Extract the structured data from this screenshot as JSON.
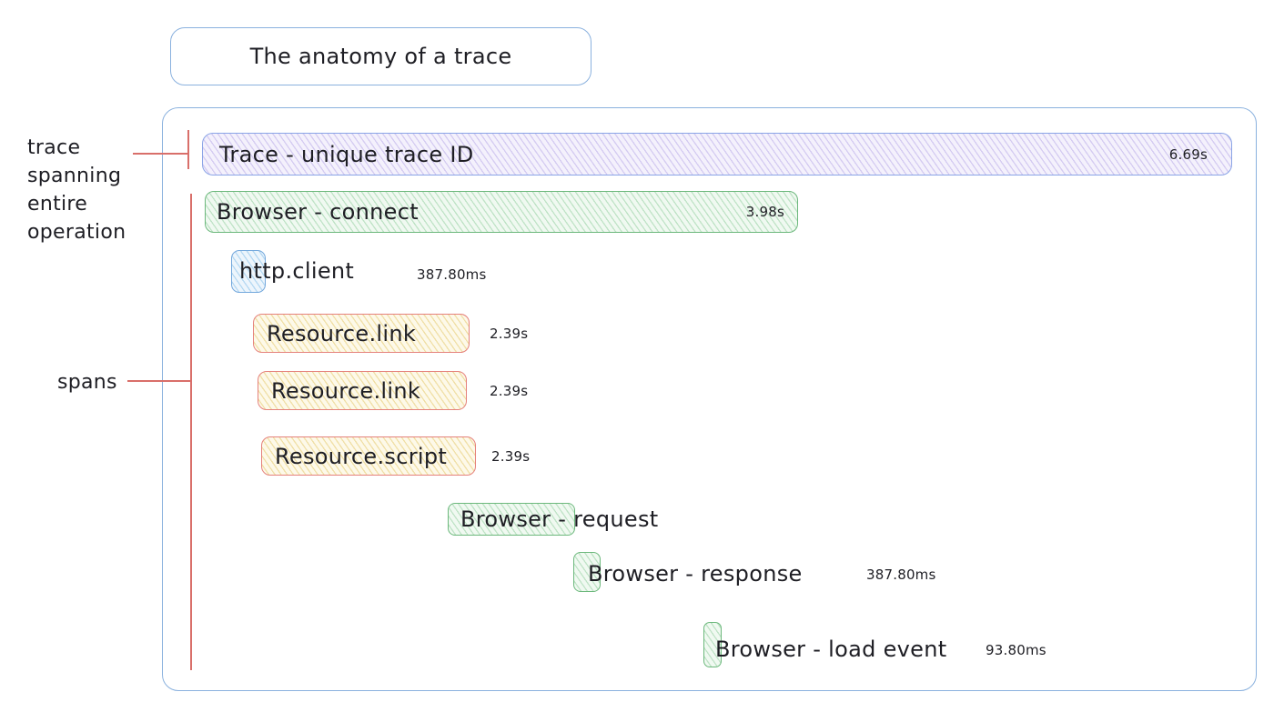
{
  "title": "The anatomy of a trace",
  "annotations": {
    "trace_note_lines": [
      "trace",
      "spanning",
      "entire",
      "operation"
    ],
    "spans_note": "spans"
  },
  "trace_bar": {
    "label": "Trace - unique trace ID",
    "duration": "6.69s"
  },
  "spans": [
    {
      "label": "Browser - connect",
      "duration": "3.98s"
    },
    {
      "label": "http.client",
      "duration": "387.80ms"
    },
    {
      "label": "Resource.link",
      "duration": "2.39s"
    },
    {
      "label": "Resource.link",
      "duration": "2.39s"
    },
    {
      "label": "Resource.script",
      "duration": "2.39s"
    },
    {
      "label": "Browser - request",
      "duration": ""
    },
    {
      "label": "Browser - response",
      "duration": "387.80ms"
    },
    {
      "label": "Browser - load event",
      "duration": "93.80ms"
    }
  ],
  "colors": {
    "text": "#1e1e24",
    "container_border": "#8ab1de",
    "annotation_line": "#d96f6a",
    "trace_fill": "#f4f1fc",
    "trace_hachure": "#d4cbf1",
    "trace_border": "#8aa4e6",
    "green_fill": "#f0f9f1",
    "green_hachure": "#bfe3c6",
    "green_border": "#6cb87c",
    "yellow_fill": "#fdf9e9",
    "yellow_hachure": "#f0dfa6",
    "yellow_border": "#e5827c",
    "blue_fill": "#edf5fc",
    "blue_hachure": "#b4d8f2",
    "blue_border": "#74a8dc"
  }
}
